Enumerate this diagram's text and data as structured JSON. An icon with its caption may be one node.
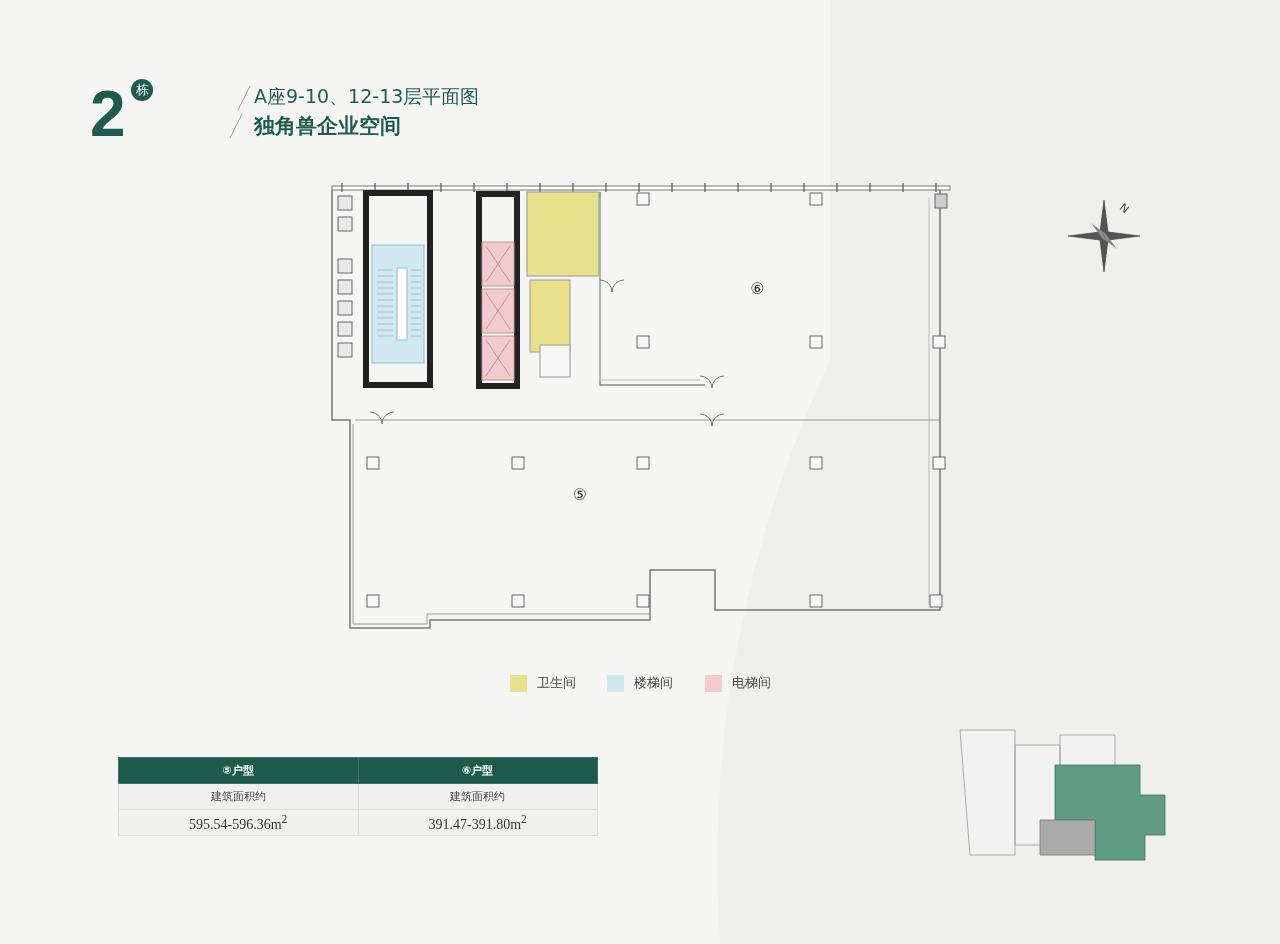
{
  "diagram": {
    "title": "A座9-10、12-13层平面图",
    "nodes": [
      {
        "text": [
          "⑥"
        ]
      },
      {
        "text": [
          "⑤"
        ]
      }
    ],
    "labels": [
      "2",
      "栋",
      "独角兽企业空间",
      "N",
      "⑤户型",
      "⑥户型",
      "建筑面积约",
      "建筑面积约",
      "595.54-596.36m$^{2}$",
      "391.47-391.80m$^{2}$"
    ],
    "legend": [
      {
        "text": "卫生间",
        "color": "#e9e08c"
      },
      {
        "text": "楼梯间",
        "color": "#cfe8f1"
      },
      {
        "text": "电梯间",
        "color": "#f3cacd"
      }
    ]
  }
}
